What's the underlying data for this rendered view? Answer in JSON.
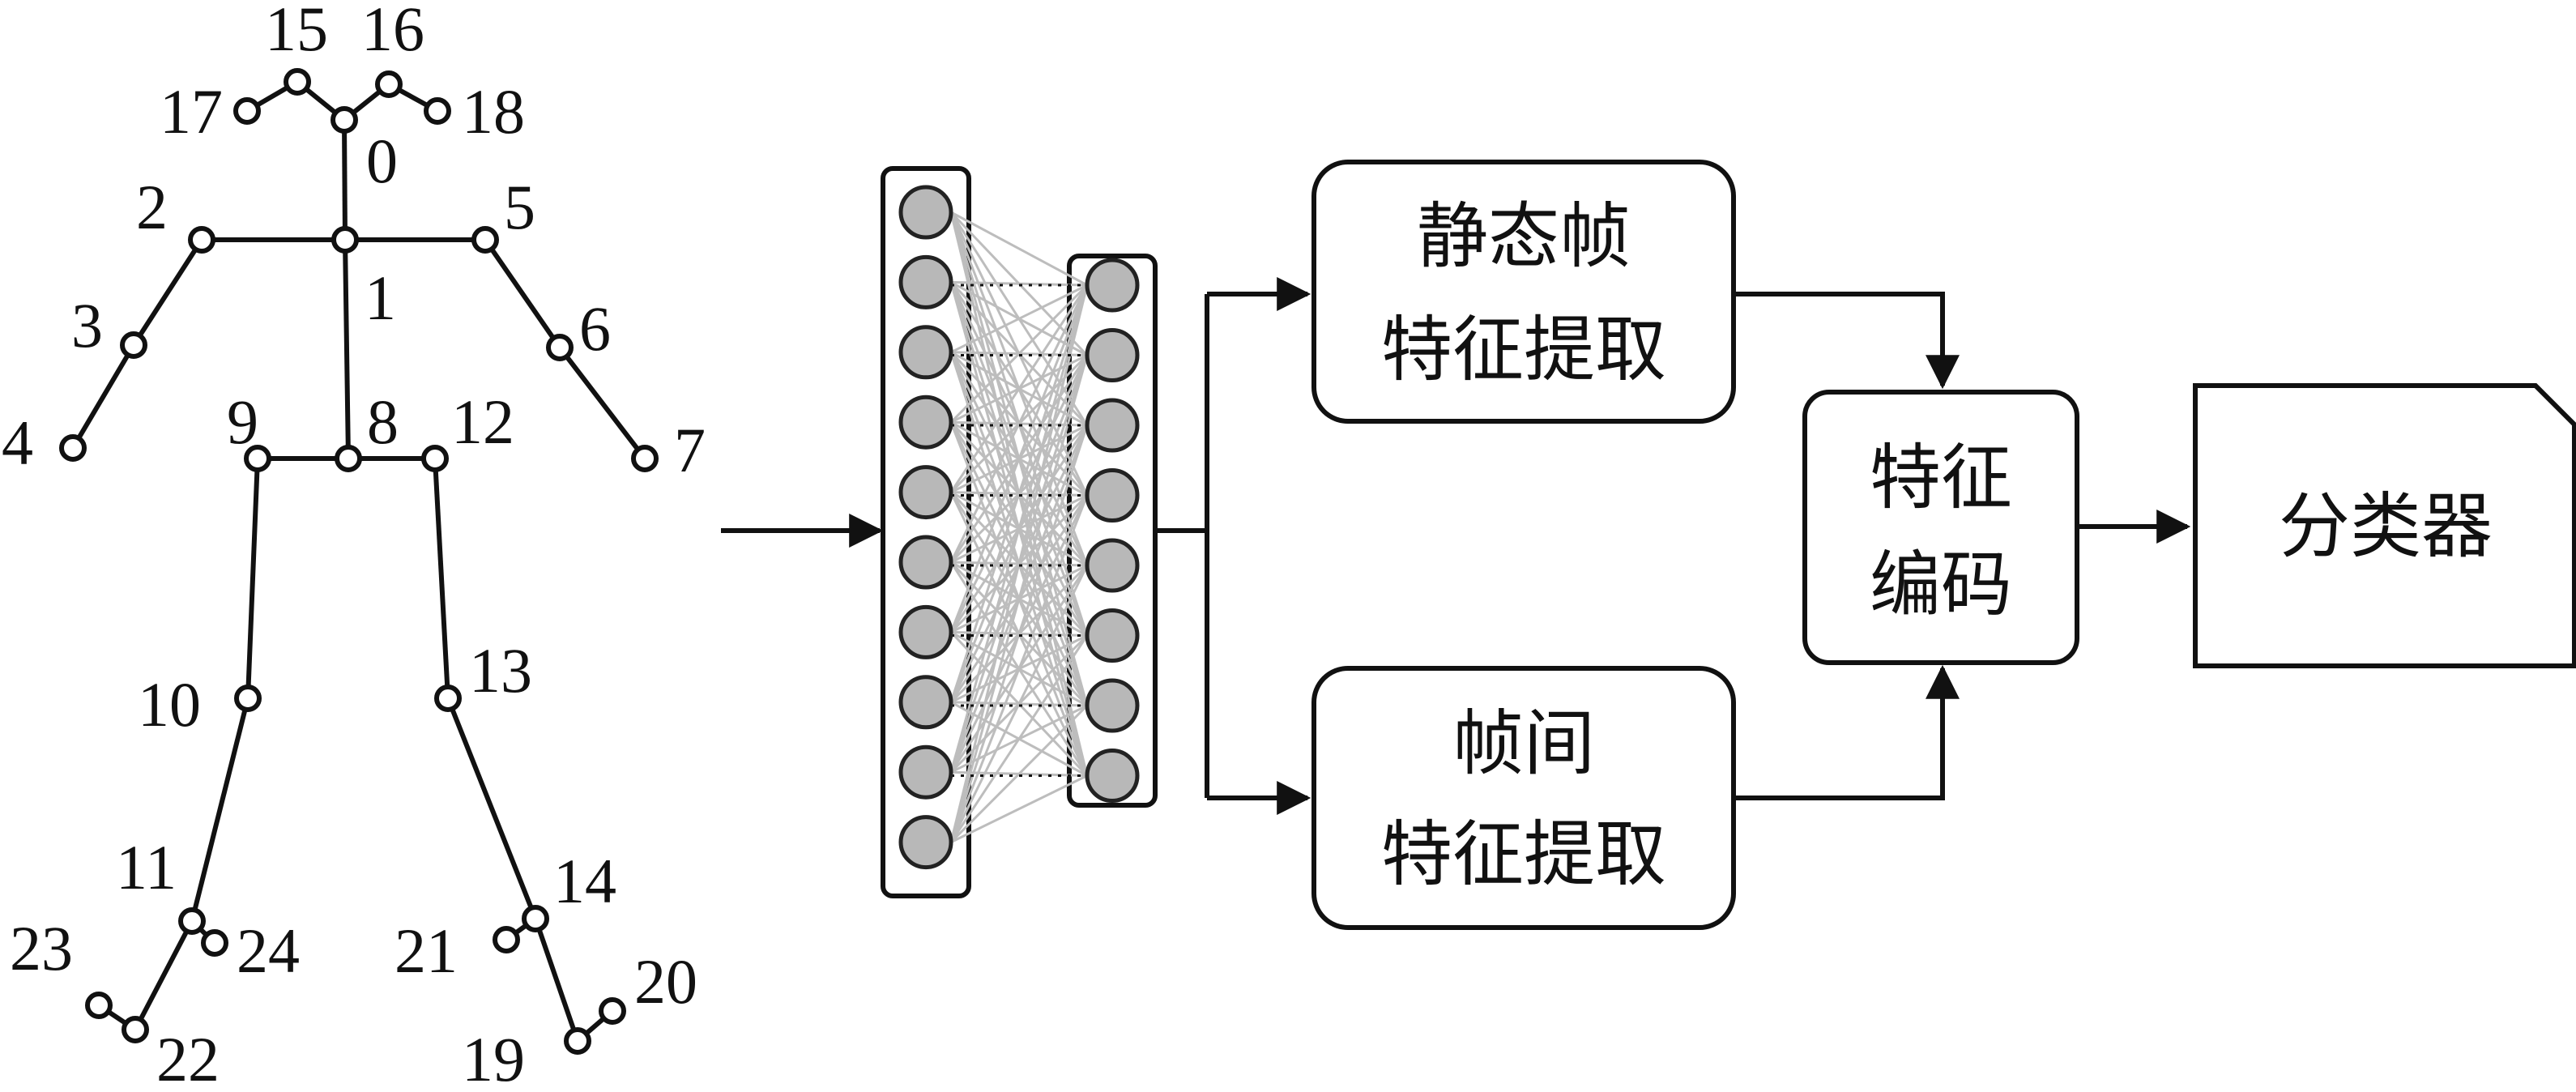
{
  "skeleton": {
    "joint_labels": [
      "0",
      "1",
      "2",
      "3",
      "4",
      "5",
      "6",
      "7",
      "8",
      "9",
      "10",
      "11",
      "12",
      "13",
      "14",
      "15",
      "16",
      "17",
      "18",
      "19",
      "20",
      "21",
      "22",
      "23",
      "24"
    ]
  },
  "blocks": {
    "static": {
      "line1": "静态帧",
      "line2": "特征提取"
    },
    "inter": {
      "line1": "帧间",
      "line2": "特征提取"
    },
    "encode": {
      "line1": "特征",
      "line2": "编码"
    },
    "classifier": {
      "label": "分类器"
    }
  }
}
